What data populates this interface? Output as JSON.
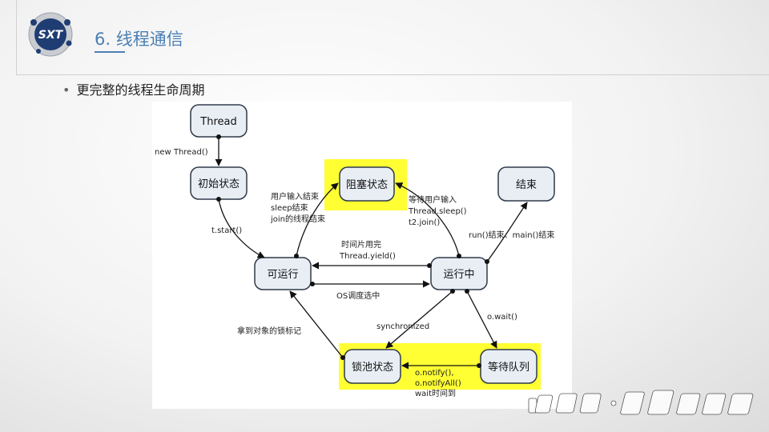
{
  "header": {
    "logo_text": "SXT",
    "title": "6. 线程通信"
  },
  "bullet": {
    "text": "更完整的线程生命周期"
  },
  "diagram": {
    "nodes": {
      "thread": "Thread",
      "initial": "初始状态",
      "blocked": "阻塞状态",
      "end": "结束",
      "runnable": "可运行",
      "running": "运行中",
      "lock_pool": "锁池状态",
      "wait_queue": "等待队列"
    },
    "edges": {
      "new_thread": "new Thread()",
      "t_start": "t.start()",
      "unblock": [
        "用户输入结束",
        "sleep结束",
        "join的线程结束"
      ],
      "to_blocked": [
        "等待用户输入",
        "Thread.sleep()",
        "t2.join()"
      ],
      "run_end": "run()结束、main()结束",
      "yield": [
        "时间片用完",
        "Thread.yield()"
      ],
      "schedule": "OS调度选中",
      "synchronized": "synchronized",
      "o_wait": "o.wait()",
      "got_lock": "拿到对象的锁标记",
      "notify": [
        "o.notify(),",
        "o.notifyAll()",
        "wait时间到"
      ]
    }
  },
  "colors": {
    "node_fill": "#e9eef5",
    "node_stroke": "#2f3a4a",
    "highlight": "#ffff33",
    "title": "#4a7fb5"
  }
}
